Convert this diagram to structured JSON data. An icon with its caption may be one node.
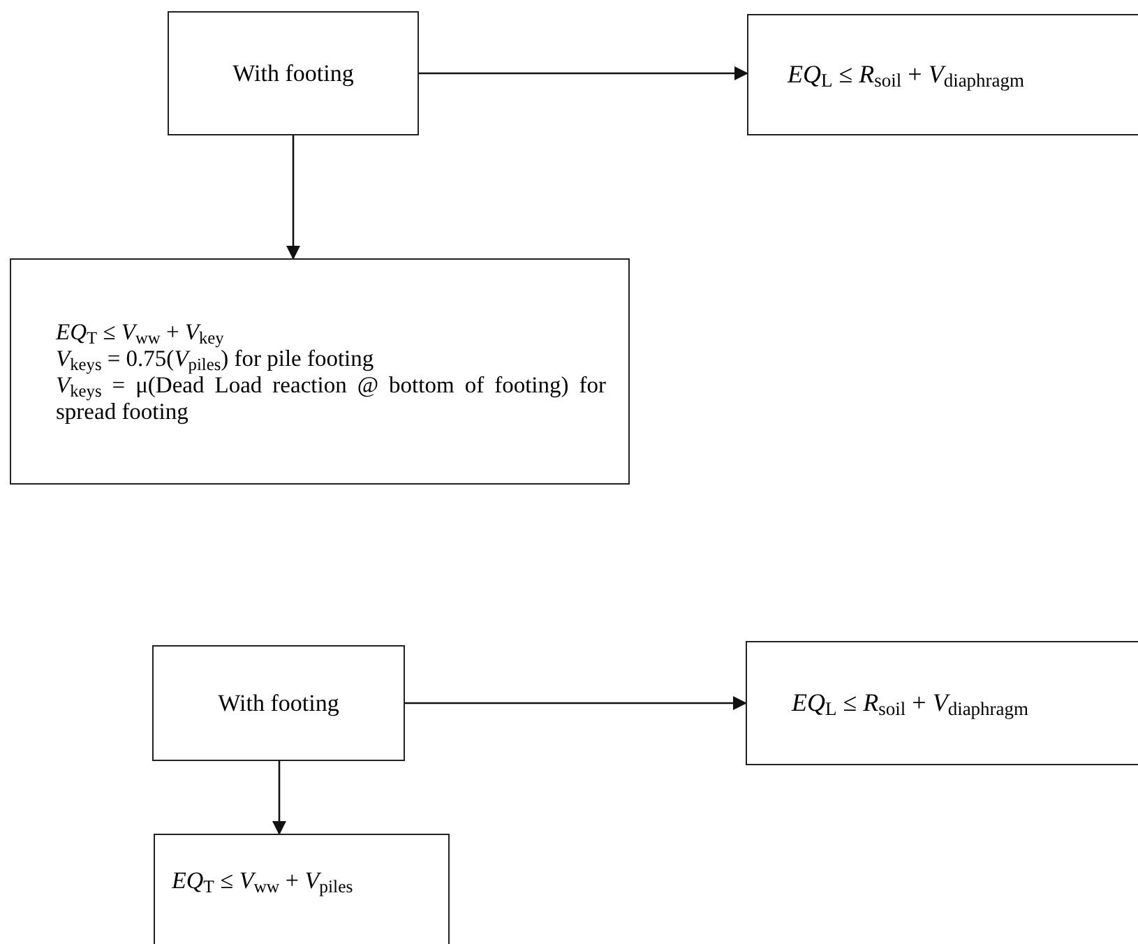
{
  "diagram": {
    "nodes": [
      {
        "text": [
          "With footing"
        ]
      },
      {
        "text": [
          "*EQ*$_{L}$ ≤ *R*$_{soil}$ + *V*$_{diaphragm}$"
        ]
      },
      {
        "text": [
          "*EQ*$_{T}$ ≤ *V*$_{ww}$ + *V*$_{key}$",
          "*V*$_{keys}$ = 0.75(*V*$_{piles}$) for pile footing",
          "*V*$_{keys}$ = μ(Dead Load reaction @ bottom of footing) for spread footing"
        ]
      },
      {
        "text": [
          "With footing"
        ]
      },
      {
        "text": [
          "*EQ*$_{L}$ ≤ *R*$_{soil}$ + *V*$_{diaphragm}$"
        ]
      },
      {
        "text": [
          "*EQ*$_{T}$ ≤ *V*$_{ww}$ + *V*$_{piles}$"
        ]
      }
    ],
    "edges": [
      {
        "from": 0,
        "to": 1,
        "arrow": "to"
      },
      {
        "from": 0,
        "to": 2,
        "arrow": "to"
      },
      {
        "from": 3,
        "to": 4,
        "arrow": "to"
      },
      {
        "from": 3,
        "to": 5,
        "arrow": "to"
      }
    ]
  }
}
